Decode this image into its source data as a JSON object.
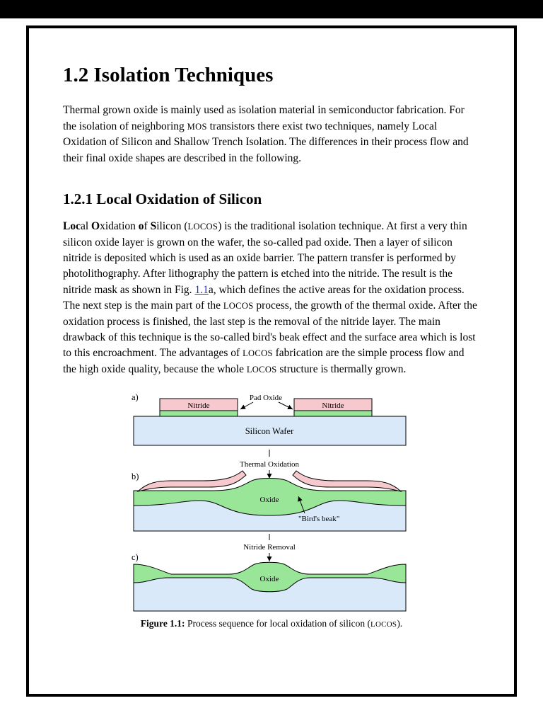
{
  "page": {
    "h1": "1.2 Isolation Techniques",
    "h2": "1.2.1 Local Oxidation of Silicon"
  },
  "para1": {
    "segments": [
      {
        "s": "n",
        "t": "Thermal grown oxide is mainly used as isolation material in semiconductor fabrication. For the isolation of neighboring "
      },
      {
        "s": "sc",
        "t": "MOS"
      },
      {
        "s": "n",
        "t": " transistors there exist two techniques, namely Local Oxidation of Silicon and Shallow Trench Isolation. The differences in their process flow and their final oxide shapes are described in the following."
      }
    ]
  },
  "para2": {
    "segments": [
      {
        "s": "b",
        "t": "Loc"
      },
      {
        "s": "n",
        "t": "al "
      },
      {
        "s": "b",
        "t": "O"
      },
      {
        "s": "n",
        "t": "xidation "
      },
      {
        "s": "b",
        "t": "o"
      },
      {
        "s": "n",
        "t": "f "
      },
      {
        "s": "b",
        "t": "S"
      },
      {
        "s": "n",
        "t": "ilicon ("
      },
      {
        "s": "sc",
        "t": "LOCOS"
      },
      {
        "s": "n",
        "t": ") is the traditional isolation technique. At first a very thin silicon oxide layer is grown on the wafer, the so-called pad oxide. Then a layer of silicon nitride is deposited which is used as an oxide barrier. The pattern transfer is performed by photolithography. After lithography the pattern is etched into the nitride. The result is the nitride mask as shown in Fig. "
      },
      {
        "s": "link",
        "t": "1.1"
      },
      {
        "s": "n",
        "t": "a, which defines the active areas for the oxidation process. The next step is the main part of the "
      },
      {
        "s": "sc",
        "t": "LOCOS"
      },
      {
        "s": "n",
        "t": " process, the growth of the thermal oxide. After the oxidation process is finished, the last step is the removal of the nitride layer. The main drawback of this technique is the so-called bird's beak effect and the surface area which is lost to this encroachment. The advantages of "
      },
      {
        "s": "sc",
        "t": "LOCOS"
      },
      {
        "s": "n",
        "t": " fabrication are the simple process flow and the high oxide quality, because the whole "
      },
      {
        "s": "sc",
        "t": "LOCOS"
      },
      {
        "s": "n",
        "t": " structure is thermally grown."
      }
    ]
  },
  "figure": {
    "label_a": "a)",
    "label_b": "b)",
    "label_c": "c)",
    "nitride_left": "Nitride",
    "nitride_right": "Nitride",
    "pad_oxide": "Pad Oxide",
    "silicon_wafer": "Silicon Wafer",
    "arrow1_label": "Thermal Oxidation",
    "oxide_b": "Oxide",
    "birds_beak": "\"Bird's beak\"",
    "arrow2_label": "Nitride Removal",
    "oxide_c": "Oxide",
    "caption": {
      "segments": [
        {
          "s": "b",
          "t": "Figure 1.1:"
        },
        {
          "s": "n",
          "t": " Process sequence for local oxidation of silicon ("
        },
        {
          "s": "sc",
          "t": "LOCOS"
        },
        {
          "s": "n",
          "t": ")."
        }
      ]
    }
  },
  "colors": {
    "nitride": "#f6c9ce",
    "oxide": "#99e699",
    "silicon": "#d9e9f9",
    "link": "#2233cc"
  }
}
